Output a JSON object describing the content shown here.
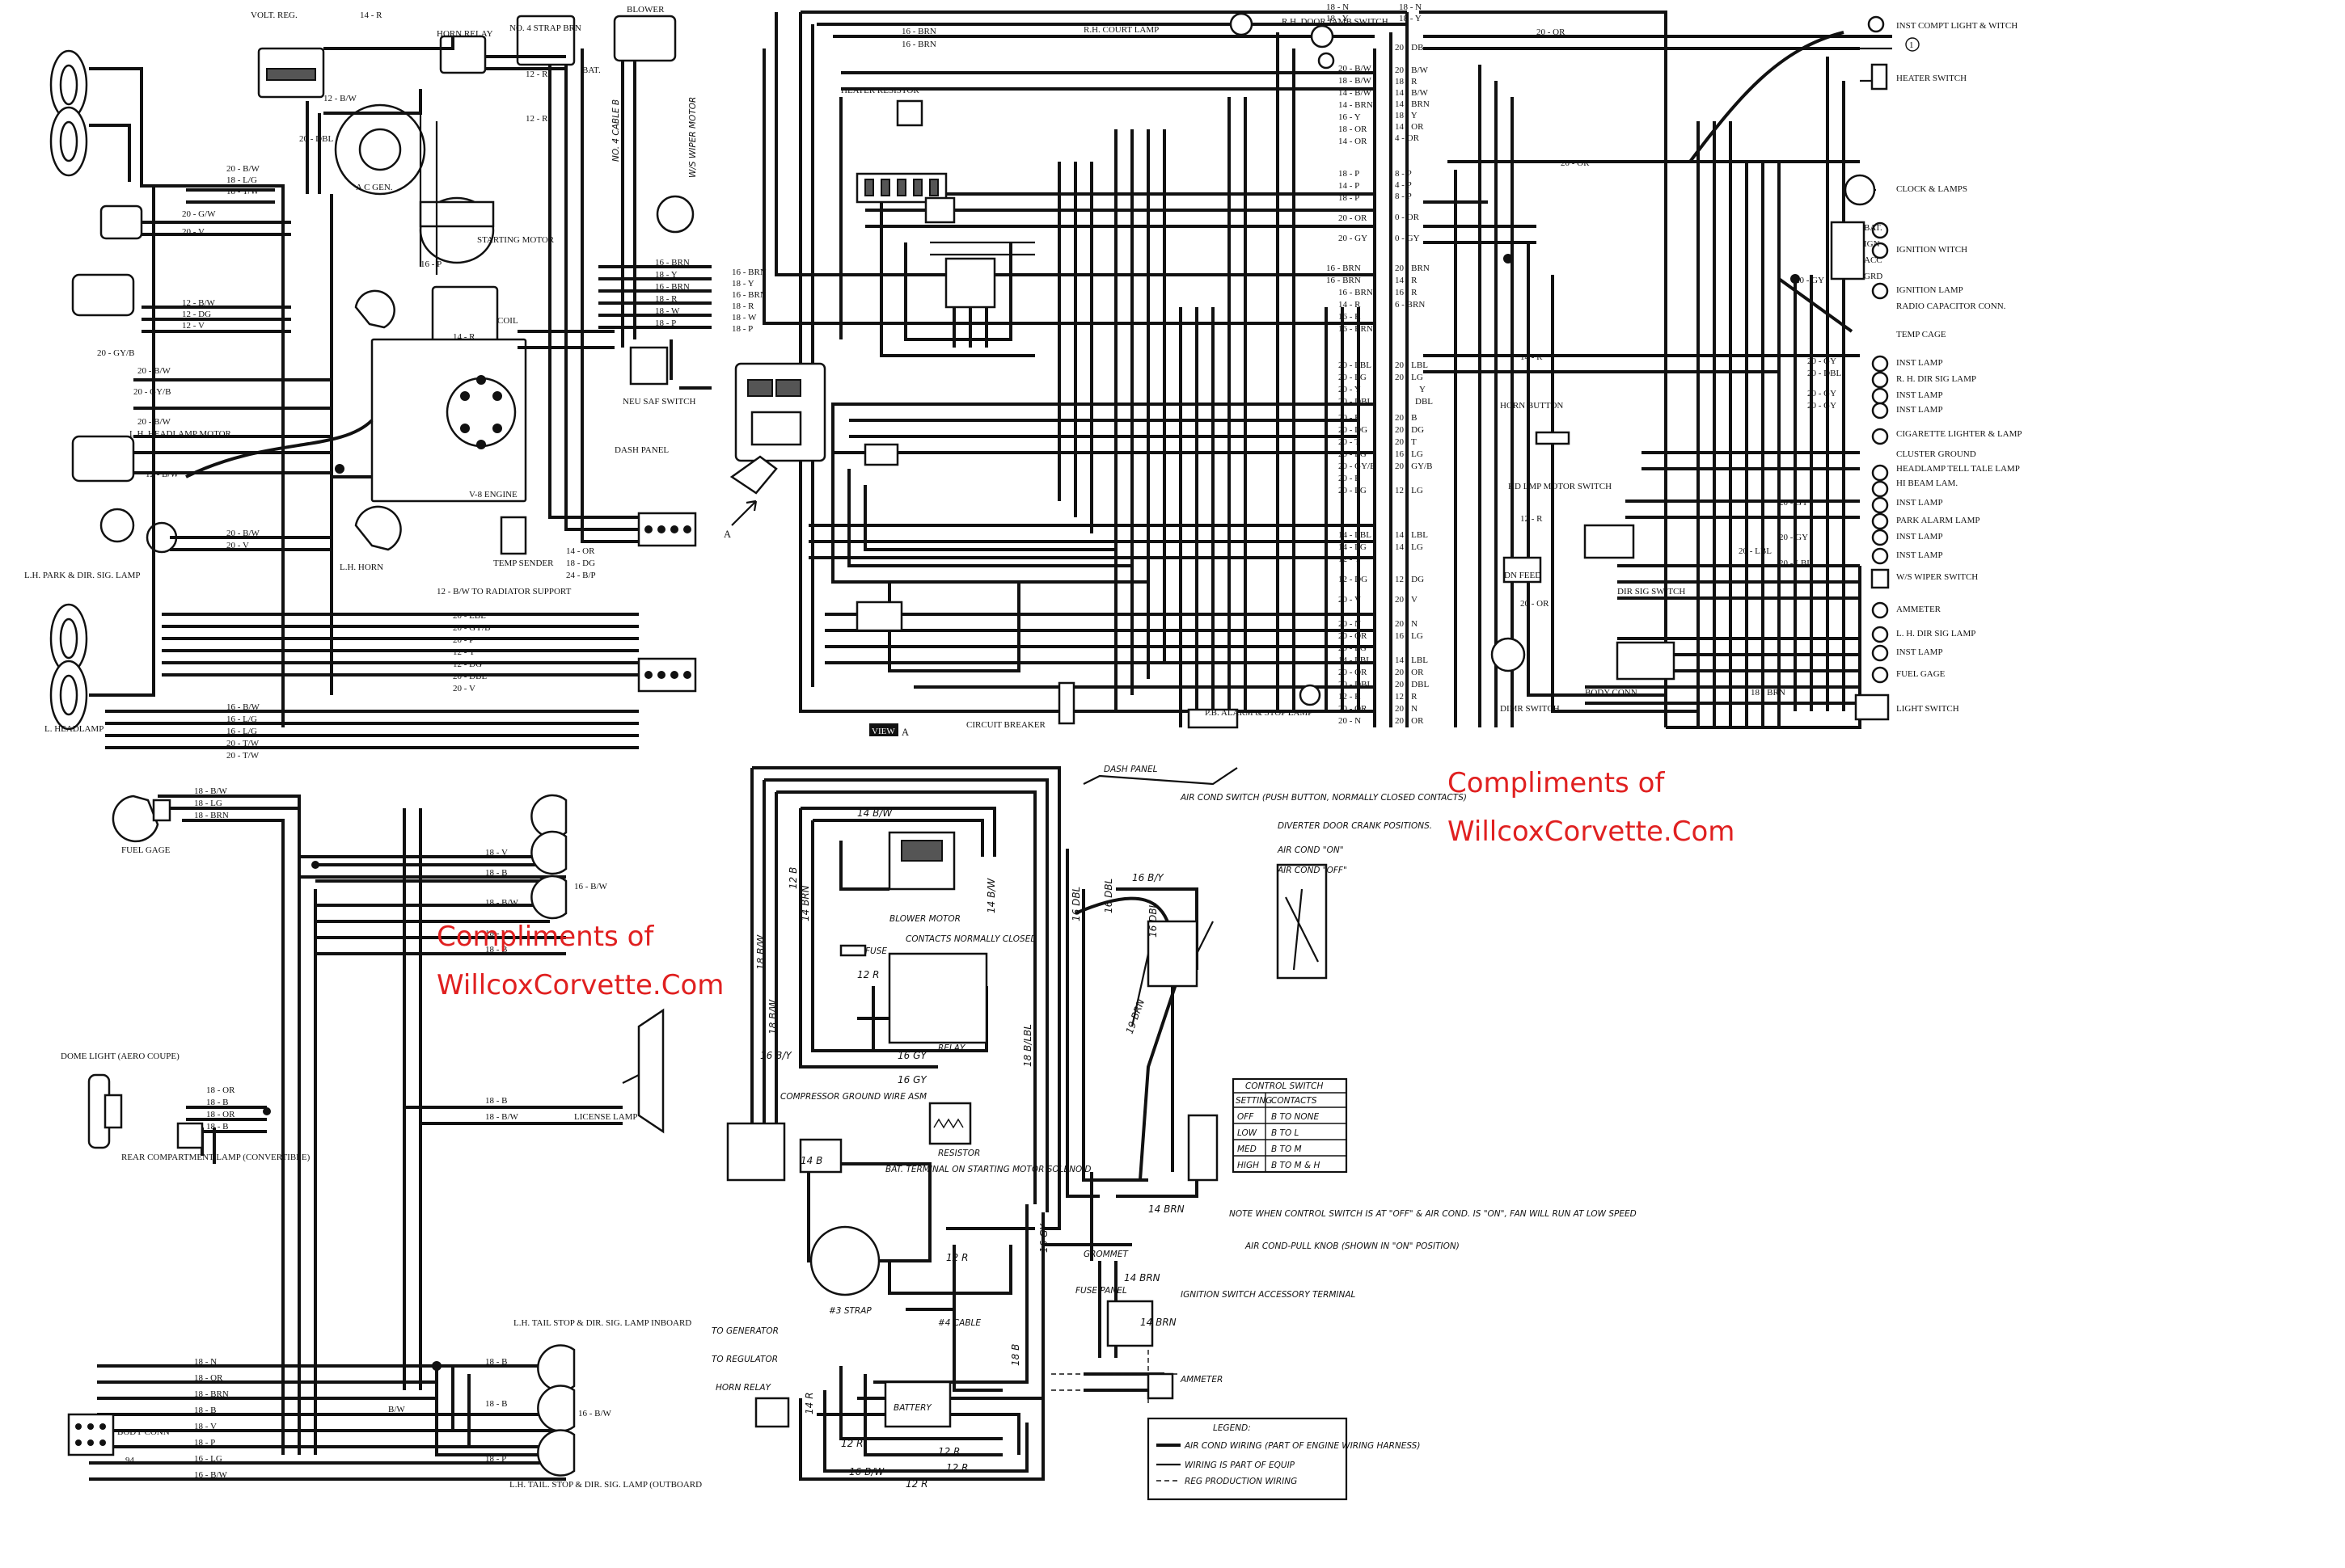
{
  "credits": {
    "line1": "Compliments of",
    "line2": "WillcoxCorvette.Com"
  },
  "engine": {
    "labels": {
      "volt_reg": "VOLT. REG.",
      "horn_relay": "HORN RELAY",
      "strap": "NO. 4 STRAP BRN",
      "bat": "BAT.",
      "blower": "BLOWER",
      "cable": "NO. 4 CABLE B",
      "wiper": "W/S WIPER MOTOR",
      "ac_gen": "A C GEN.",
      "starting_motor": "STARTING MOTOR",
      "coil": "COIL",
      "v8": "V-8 ENGINE",
      "neu_saf": "NEU SAF SWITCH",
      "dash_panel": "DASH PANEL",
      "lh_horn": "L.H. HORN",
      "temp_sender": "TEMP SENDER",
      "radiator": "12 - B/W TO RADIATOR SUPPORT",
      "lh_park": "L.H. PARK & DIR. SIG. LAMP",
      "headlamp_motor": "L.H. HEADLAMP MOTOR",
      "headlamp": "L. HEADLAMP"
    },
    "wires_left": [
      "20 - B/W",
      "18 - L/G",
      "18 - T/W",
      "20 - G/W",
      "20 - V",
      "12 - B/W",
      "12 - DG",
      "12 - V",
      "20 - GY/B",
      "20 - B/W",
      "20 - GY/B",
      "20 - B/W",
      "12 - B/W",
      "20 - B/W",
      "20 - V"
    ],
    "wires_top": [
      "14 - R",
      "12 - B/W",
      "20 - DBL",
      "12 - R",
      "12 - R"
    ],
    "wires_bottom": [
      "20 - LBL",
      "20 - GY/B",
      "20 - P",
      "12 - Y",
      "12 - DG",
      "20 - DBL",
      "20 - V",
      "16 - B/W",
      "16 - L/G",
      "16 - L/G",
      "20 - T/W",
      "20 - T/W"
    ],
    "wires_mid": [
      "16 - BRN",
      "18 - Y",
      "16 - BRN",
      "18 - R",
      "18 - W",
      "18 - P",
      "16 - P",
      "14 - OR",
      "18 - DG",
      "24 - B/P",
      "14 - R"
    ]
  },
  "dash": {
    "labels": {
      "rh_court": "R.H. COURT LAMP",
      "rh_door": "R.H. DOOR JAMB SWITCH",
      "heater_resistor": "HEATER RESISTOR",
      "circuit_breaker": "CIRCUIT BREAKER",
      "view_a": "VIEW",
      "view_a_letter": "A",
      "alarm": "P.B. ALARM & STOP LAMP",
      "a_marker": "A"
    },
    "wires_right": [
      "16 - BRN",
      "16 - BRN",
      "20 - B/W",
      "18 - B/W",
      "14 - B/W",
      "14 - BRN",
      "16 - Y",
      "18 - OR",
      "14 - OR",
      "18 - P",
      "14 - P",
      "18 - P",
      "20 - OR",
      "20 - GY",
      "16 - BRN",
      "14 - R",
      "16 - R",
      "16 - BRN",
      "20 - LBL",
      "20 - LG",
      "20 - Y",
      "20 - DBL",
      "20 - B",
      "20 - DG",
      "20 - T",
      "20 - LG",
      "20 - GY/B",
      "20 - B",
      "20 - LG",
      "14 - LBL",
      "14 - LG",
      "12 - Y",
      "12 - DG",
      "20 - V",
      "20 - N",
      "20 - OR",
      "20 - LG",
      "14 - LBL",
      "20 - OR",
      "20 - DBL",
      "12 - R",
      "20 - OR",
      "20 - N"
    ],
    "wires_left": [
      "16 - BRN",
      "16 - BRN",
      "16 - BRN",
      "18 - Y",
      "16 - BRN",
      "18 - R",
      "18 - W",
      "18 - P"
    ],
    "wires_top": [
      "18 - N",
      "18 - Y"
    ]
  },
  "instrument": {
    "items": [
      "INST COMPT LIGHT & WITCH",
      "HEATER SWITCH",
      "CLOCK & LAMPS",
      "IGNITION WITCH",
      "IGNITION LAMP",
      "RADIO CAPACITOR CONN.",
      "TEMP CAGE",
      "INST LAMP",
      "R. H. DIR SIG LAMP",
      "INST LAMP",
      "INST LAMP",
      "CIGARETTE LIGHTER & LAMP",
      "CLUSTER GROUND",
      "HEADLAMP TELL TALE LAMP",
      "HI BEAM LAM.",
      "INST LAMP",
      "PARK ALARM LAMP",
      "INST LAMP",
      "INST LAMP",
      "W/S WIPER SWITCH",
      "AMMETER",
      "L. H. DIR SIG LAMP",
      "INST LAMP",
      "FUEL GAGE",
      "LIGHT SWITCH"
    ],
    "labels": {
      "horn_button": "HORN BUTTON",
      "hd_lamp_motor": "HD LMP MOTOR SWITCH",
      "dn_feed": "DN FEED",
      "dir_sig": "DIR SIG SWITCH",
      "dimr": "DIMR SWITCH",
      "body_conn": "BODY CONN",
      "bat": "BAT.",
      "ign": "IGN",
      "acc": "ACC",
      "grd": "GRD",
      "circle1": "1"
    },
    "wires_left": [
      "18 - N",
      "18 - Y",
      "20 - OR",
      "20 - DB",
      "20 - B/W",
      "18 - R",
      "14 - B/W",
      "14 - BRN",
      "18 - Y",
      "14 - OR",
      "4 - OR",
      "8 - P",
      "4 - P",
      "8 - P",
      "0 - OR",
      "0 - GY",
      "20 - BRN",
      "14 - R",
      "16 - R",
      "6 - BRN",
      "20 - LBL",
      "20 - LG",
      "Y",
      "DBL",
      "20 - B",
      "20 - DG",
      "20 - T",
      "16 - LG",
      "20 - GY/B",
      "12 - LG",
      "14 - LBL",
      "14 - LG",
      "12 - DG",
      "20 - V",
      "20 - N",
      "16 - LG",
      "14 - LBL",
      "20 - OR",
      "20 - DBL",
      "12 - R",
      "20 - N",
      "20 - OR"
    ],
    "wires_right": [
      "20 - GY",
      "20 - DBL",
      "20 - GY",
      "20 - GY",
      "20 - GY",
      "20 - GY",
      "20 - GY",
      "20 - LBL",
      "20 - OR",
      "14 - R",
      "12 - R",
      "20 - OR",
      "18 - BRN",
      "20 - LBL"
    ]
  },
  "rear": {
    "labels": {
      "fuel_gage": "FUEL GAGE",
      "dome_light": "DOME LIGHT (AERO COUPE)",
      "rear_comp": "REAR COMPARTMENT LAMP (CONVERTIBLE)",
      "license": "LICENSE LAMP",
      "lh_tail_in": "L.H. TAIL STOP & DIR. SIG. LAMP INBOARD",
      "lh_tail_out": "L.H. TAIL. STOP & DIR. SIG. LAMP (OUTBOARD",
      "body_conn": "BODY CONN",
      "bw": "B/W",
      "num": "94"
    },
    "wires_top": [
      "18 - B/W",
      "18 - LG",
      "18 - BRN"
    ],
    "wires_right_top": [
      "18 - V",
      "18 - B",
      "16 - B/W",
      "18 - B/W",
      "18 - V",
      "18 - B"
    ],
    "wires_dome": [
      "18 - OR",
      "18 - B",
      "18 - OR",
      "18 - B"
    ],
    "wires_license": [
      "18 - B",
      "18 - B/W"
    ],
    "wires_tail": [
      "18 - B",
      "18 - B",
      "16 - B/W",
      "18 - P"
    ],
    "wires_body": [
      "18 - N",
      "18 - OR",
      "18 - BRN",
      "18 - B",
      "18 - V",
      "18 - P",
      "16 - LG",
      "16 - B/W"
    ]
  },
  "ac": {
    "labels": {
      "dash_panel": "DASH PANEL",
      "ac_switch": "AIR COND SWITCH (PUSH BUTTON, NORMALLY CLOSED CONTACTS)",
      "diverter": "DIVERTER DOOR CRANK POSITIONS.",
      "ac_on": "AIR COND \"ON\"",
      "ac_off": "AIR COND \"OFF\"",
      "blower_motor": "BLOWER MOTOR",
      "fuse": "FUSE",
      "contacts": "CONTACTS NORMALLY CLOSED",
      "relay": "RELAY",
      "compressor": "COMPRESSOR GROUND WIRE ASM",
      "resistor": "RESISTOR",
      "bat_terminal": "BAT. TERMINAL ON STARTING MOTOR SOLENOID",
      "strap": "#3 STRAP",
      "cable": "#4 CABLE",
      "battery": "BATTERY",
      "to_generator": "TO GENERATOR",
      "to_regulator": "TO REGULATOR",
      "horn_relay": "HORN RELAY",
      "grommet": "GROMMET",
      "fuse_panel": "FUSE PANEL",
      "ign_switch": "IGNITION SWITCH ACCESSORY TERMINAL",
      "ammeter": "AMMETER",
      "ac_pull": "AIR COND-PULL KNOB (SHOWN IN \"ON\" POSITION)",
      "note": "NOTE WHEN CONTROL SWITCH IS AT \"OFF\" & AIR COND. IS \"ON\", FAN WILL RUN AT LOW SPEED"
    },
    "wire_labels": [
      "14 B/W",
      "18 B/W",
      "14 B/W",
      "18 B/W",
      "12 B",
      "14 BRN",
      "12 R",
      "16 B/Y",
      "16 DBL",
      "16 GY",
      "16 DBL",
      "16 B/Y",
      "16 GY",
      "16 GY",
      "18 B/LBL",
      "14 B",
      "12 R",
      "12 R",
      "16 B/W",
      "12 R",
      "18 B",
      "14 R",
      "12 R",
      "14 BRN",
      "14 BRN",
      "12 R",
      "19 BRN",
      "16 DBL",
      "14 BRN"
    ],
    "control_table": {
      "title": "CONTROL SWITCH",
      "headers": [
        "SETTING",
        "CONTACTS"
      ],
      "rows": [
        [
          "OFF",
          "B TO NONE"
        ],
        [
          "LOW",
          "B TO L"
        ],
        [
          "MED",
          "B TO M"
        ],
        [
          "HIGH",
          "B TO M & H"
        ]
      ]
    },
    "legend": {
      "title": "LEGEND:",
      "items": [
        "AIR COND WIRING (PART OF ENGINE WIRING HARNESS)",
        "WIRING IS PART OF EQUIP",
        "REG PRODUCTION WIRING"
      ]
    }
  }
}
